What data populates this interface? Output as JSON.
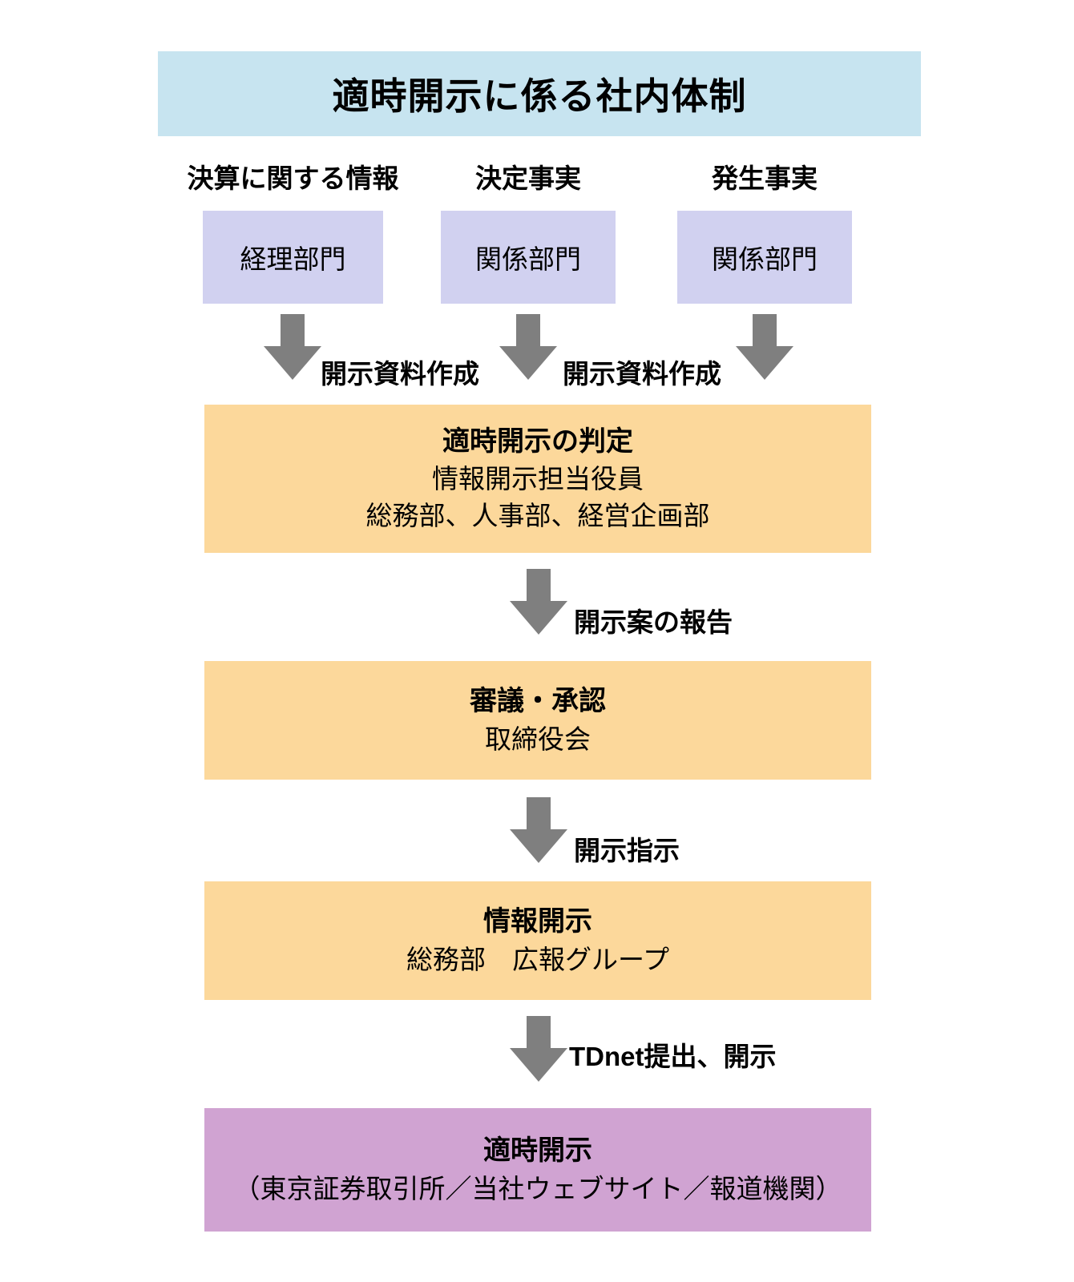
{
  "title": "適時開示に係る社内体制",
  "columns": [
    {
      "label": "決算に関する情報",
      "box": "経理部門"
    },
    {
      "label": "決定事実",
      "box": "関係部門"
    },
    {
      "label": "発生事実",
      "box": "関係部門"
    }
  ],
  "arrow_labels": {
    "create_left": "開示資料作成",
    "create_right": "開示資料作成",
    "report": "開示案の報告",
    "instruct": "開示指示",
    "tdnet": "TDnet提出、開示"
  },
  "boxes": {
    "judgement": {
      "title": "適時開示の判定",
      "line2": "情報開示担当役員",
      "line3": "総務部、人事部、経営企画部"
    },
    "approval": {
      "title": "審議・承認",
      "line2": "取締役会"
    },
    "information_disclosure": {
      "title": "情報開示",
      "line2": "総務部　広報グループ"
    },
    "timely_disclosure": {
      "title": "適時開示",
      "line2": "（東京証券取引所／当社ウェブサイト／報道機関）"
    }
  },
  "colors": {
    "title_banner": "#C7E4F0",
    "source_box": "#D1D1F0",
    "process_box": "#FCD89B",
    "final_box": "#D0A3D2",
    "arrow": "#7F7F7F"
  }
}
